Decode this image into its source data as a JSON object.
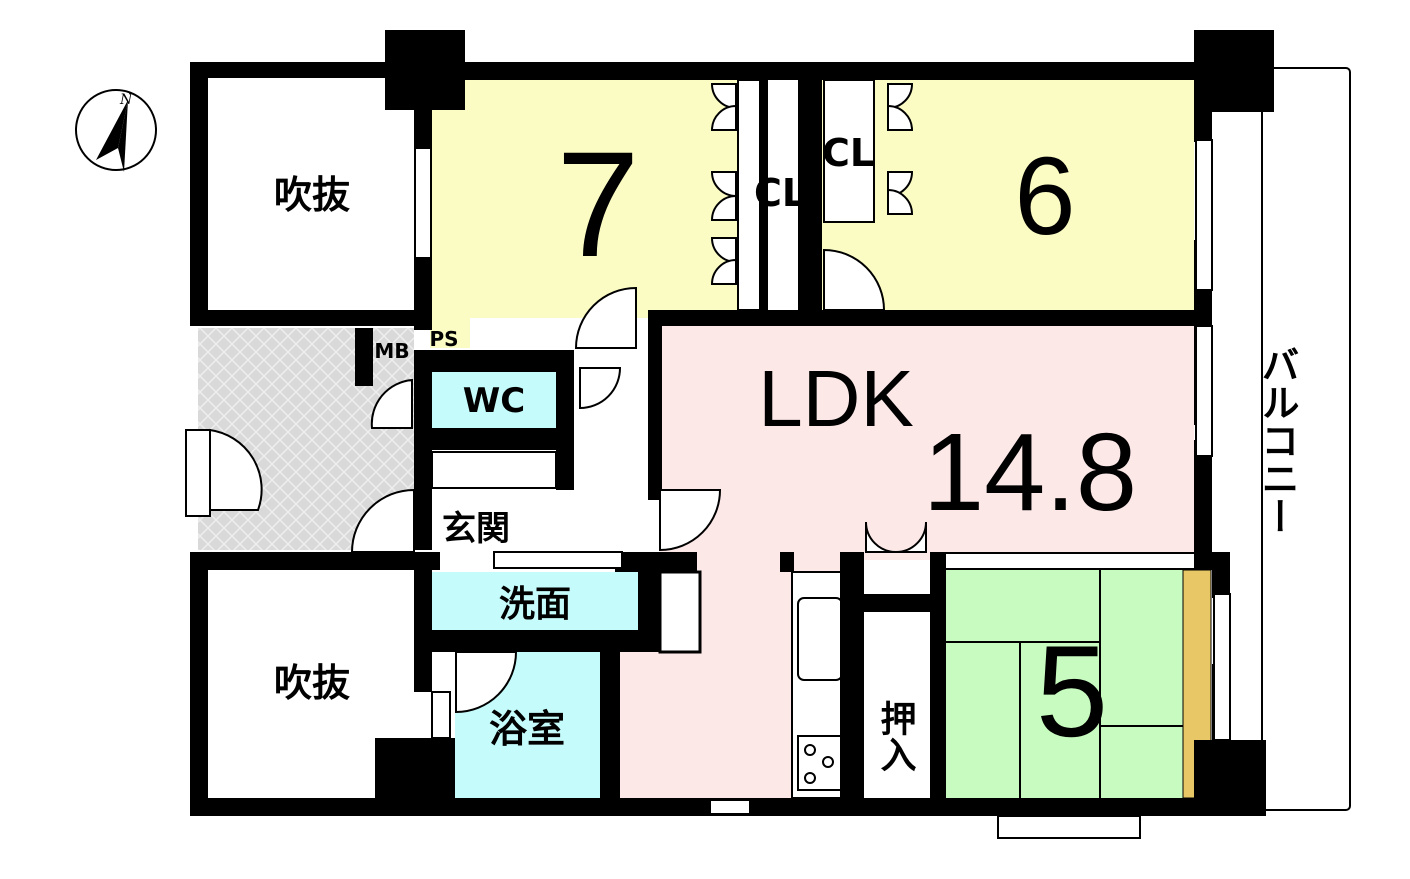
{
  "compass": {
    "north_label": "N"
  },
  "rooms": {
    "void_top": "吹抜",
    "room_7": "7",
    "room_6": "6",
    "closet_a": "CL",
    "closet_b": "CL",
    "mb": "MB",
    "ps": "PS",
    "wc": "WC",
    "ldk_label": "LDK",
    "ldk_size": "14.8",
    "entrance": "玄関",
    "washroom": "洗面",
    "void_bottom": "吹抜",
    "bathroom": "浴室",
    "oshiire": "押入",
    "room_5": "5",
    "balcony": "バルコニー"
  },
  "colors": {
    "wall": "#000000",
    "room_yellow": "#FBFBC4",
    "ldk_pink": "#FDE8E8",
    "wet_cyan": "#C6FBFB",
    "tatami_green": "#C7FBBF",
    "tokonoma": "#E8C766",
    "porch_gray": "#D9D9D9"
  }
}
